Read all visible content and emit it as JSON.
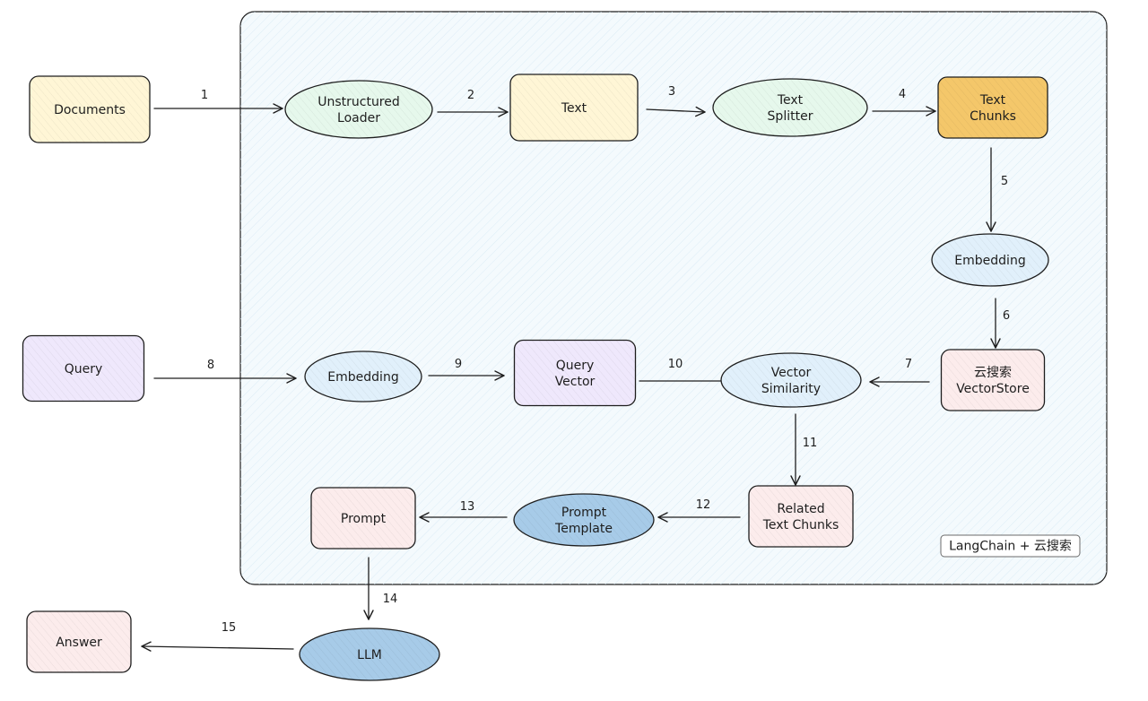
{
  "colors": {
    "stroke": "#1e1e1e",
    "container_fill": "#f4fafd",
    "yellow": "#fff6d6",
    "green": "#e6f8ec",
    "orange": "#f4c76a",
    "blue": "#e1f0fb",
    "purple": "#efe8fc",
    "pink": "#fcecec",
    "dark_blue": "#a7cbe8"
  },
  "caption": "LangChain + 云搜索",
  "nodes": [
    {
      "id": "documents",
      "shape": "rect",
      "lines": [
        "Documents"
      ],
      "color": "yellow"
    },
    {
      "id": "unstructured-loader",
      "shape": "ellipse",
      "lines": [
        "Unstructured",
        "Loader"
      ],
      "color": "green"
    },
    {
      "id": "text",
      "shape": "rect",
      "lines": [
        "Text"
      ],
      "color": "yellow"
    },
    {
      "id": "text-splitter",
      "shape": "ellipse",
      "lines": [
        "Text",
        "Splitter"
      ],
      "color": "green"
    },
    {
      "id": "text-chunks",
      "shape": "rect",
      "lines": [
        "Text",
        "Chunks"
      ],
      "color": "orange"
    },
    {
      "id": "embedding-docs",
      "shape": "ellipse",
      "lines": [
        "Embedding"
      ],
      "color": "blue"
    },
    {
      "id": "vectorstore",
      "shape": "rect",
      "lines": [
        "云搜索",
        "VectorStore"
      ],
      "color": "pink"
    },
    {
      "id": "query",
      "shape": "rect",
      "lines": [
        "Query"
      ],
      "color": "purple"
    },
    {
      "id": "embedding-query",
      "shape": "ellipse",
      "lines": [
        "Embedding"
      ],
      "color": "blue"
    },
    {
      "id": "query-vector",
      "shape": "rect",
      "lines": [
        "Query",
        "Vector"
      ],
      "color": "purple"
    },
    {
      "id": "vector-similarity",
      "shape": "ellipse",
      "lines": [
        "Vector",
        "Similarity"
      ],
      "color": "blue"
    },
    {
      "id": "related-text-chunks",
      "shape": "rect",
      "lines": [
        "Related",
        "Text Chunks"
      ],
      "color": "pink"
    },
    {
      "id": "prompt-template",
      "shape": "ellipse",
      "lines": [
        "Prompt",
        "Template"
      ],
      "color": "dark_blue"
    },
    {
      "id": "prompt",
      "shape": "rect",
      "lines": [
        "Prompt"
      ],
      "color": "pink"
    },
    {
      "id": "llm",
      "shape": "ellipse",
      "lines": [
        "LLM"
      ],
      "color": "dark_blue"
    },
    {
      "id": "answer",
      "shape": "rect",
      "lines": [
        "Answer"
      ],
      "color": "pink"
    }
  ],
  "edges": [
    {
      "label": "1",
      "from": "documents",
      "to": "unstructured-loader"
    },
    {
      "label": "2",
      "from": "unstructured-loader",
      "to": "text"
    },
    {
      "label": "3",
      "from": "text",
      "to": "text-splitter"
    },
    {
      "label": "4",
      "from": "text-splitter",
      "to": "text-chunks"
    },
    {
      "label": "5",
      "from": "text-chunks",
      "to": "embedding-docs"
    },
    {
      "label": "6",
      "from": "embedding-docs",
      "to": "vectorstore"
    },
    {
      "label": "7",
      "from": "vectorstore",
      "to": "vector-similarity"
    },
    {
      "label": "8",
      "from": "query",
      "to": "embedding-query"
    },
    {
      "label": "9",
      "from": "embedding-query",
      "to": "query-vector"
    },
    {
      "label": "10",
      "from": "query-vector",
      "to": "vector-similarity"
    },
    {
      "label": "11",
      "from": "vector-similarity",
      "to": "related-text-chunks"
    },
    {
      "label": "12",
      "from": "related-text-chunks",
      "to": "prompt-template"
    },
    {
      "label": "13",
      "from": "prompt-template",
      "to": "prompt"
    },
    {
      "label": "14",
      "from": "prompt",
      "to": "llm"
    },
    {
      "label": "15",
      "from": "llm",
      "to": "answer"
    }
  ]
}
